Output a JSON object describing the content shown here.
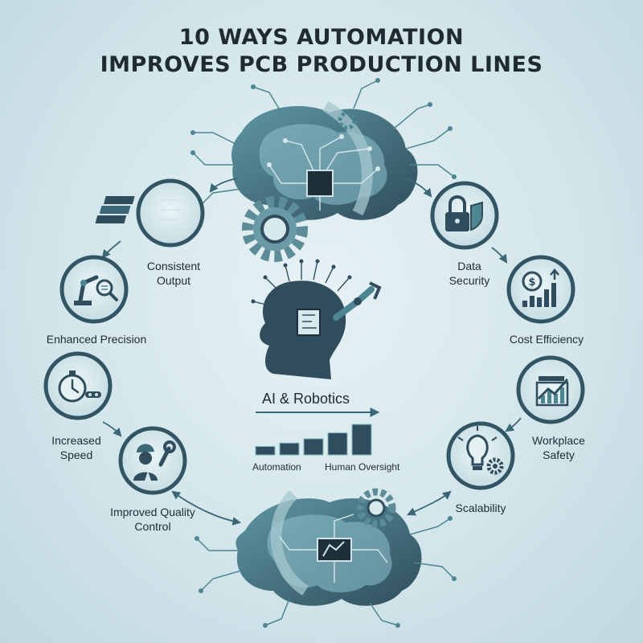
{
  "title": {
    "line1": "10 WAYS AUTOMATION",
    "line2": "IMPROVES PCB PRODUCTION LINES"
  },
  "center": {
    "heading": "AI & Robotics",
    "label_left": "Automation",
    "label_right": "Human Oversight",
    "bars": [
      1,
      1.4,
      1.9,
      2.6,
      3.6
    ]
  },
  "nodes": [
    {
      "label": "Consistent\nOutput",
      "icon": "stacked-boards-icon"
    },
    {
      "label": "Enhanced Precision",
      "icon": "robot-arm-magnifier-icon"
    },
    {
      "label": "Increased\nSpeed",
      "icon": "stopwatch-conveyor-icon"
    },
    {
      "label": "Improved Quality\nControl",
      "icon": "worker-wrench-icon"
    },
    {
      "label": "Data\nSecurity",
      "icon": "lock-shield-icon"
    },
    {
      "label": "Cost Efficiency",
      "icon": "dollar-growth-chart-icon"
    },
    {
      "label": "Workplace\nSafety",
      "icon": "trend-chart-icon"
    },
    {
      "label": "Scalability",
      "icon": "lightbulb-gear-icon"
    }
  ],
  "colors": {
    "dark_teal": "#2f4d5c",
    "mid_teal": "#4d8593",
    "light_teal": "#7fb8c4",
    "ring": "#325565"
  }
}
